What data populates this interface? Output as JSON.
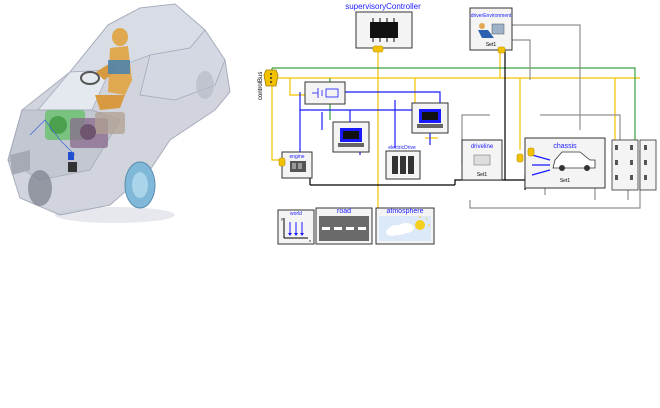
{
  "labels": {
    "supervisory": "supervisoryController",
    "driver": "driverEnvironment",
    "driver_set": "Set1",
    "control_bus": "controlBus",
    "engine": "engine",
    "electric_drive": "electricDrive",
    "driveline": "driveline",
    "driveline_set": "Set1",
    "chassis": "chassis",
    "chassis_set": "Set1",
    "world": "world",
    "world_x": "x",
    "world_y": "y",
    "road": "road",
    "atmosphere": "atmosphere"
  },
  "colors": {
    "bus_yellow": "#f2c200",
    "wire_blue": "#1a1aff",
    "wire_green": "#3aa040",
    "wire_gray": "#909090",
    "wire_black": "#000000",
    "label_blue": "#1a1aff",
    "car_body": "#c8ccd8",
    "wheel": "#7fb8d8"
  },
  "icons": [
    "car-illustration",
    "chip-icon",
    "driver-seat-icon",
    "engine-icon",
    "motor-icon",
    "battery-icon",
    "car-chassis-icon",
    "world-frame-icon",
    "road-icon",
    "cloud-sun-icon"
  ]
}
